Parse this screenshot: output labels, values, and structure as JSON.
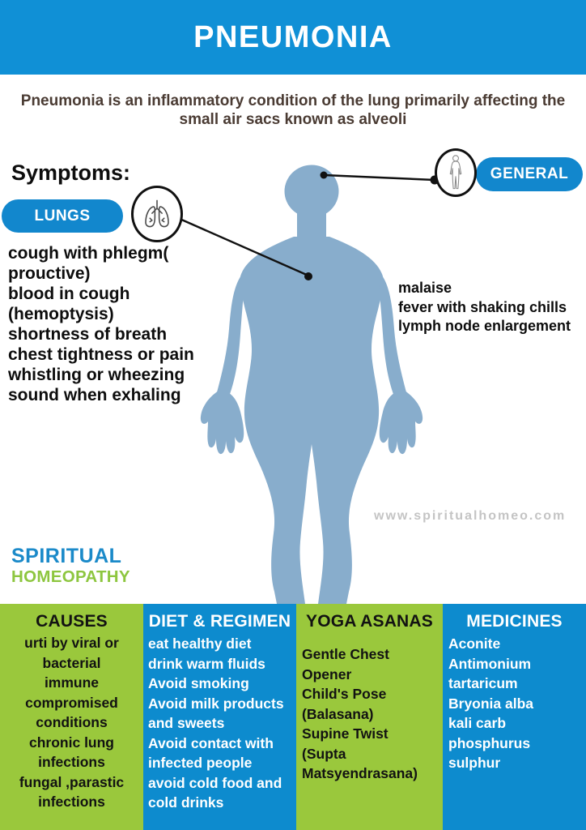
{
  "banner": {
    "title": "PNEUMONIA"
  },
  "subtitle_lines": [
    "Pneumonia is an inflammatory condition of the lung primarily affecting the",
    "small air sacs known as alveoli"
  ],
  "symptoms": {
    "heading": "Symptoms:",
    "lungs_badge": "LUNGS",
    "general_badge": "GENERAL",
    "lungs_lines": [
      "cough with phlegm(",
      "prouctive)",
      "blood in cough",
      "(hemoptysis)",
      "shortness of breath",
      "chest tightness or pain",
      "whistling or wheezing",
      "sound when exhaling"
    ],
    "general_lines": [
      "malaise",
      "fever with shaking chills",
      "lymph node enlargement"
    ]
  },
  "icons": {
    "lungs": "lungs-icon",
    "general": "person-icon"
  },
  "watermark": "www.spiritualhomeo.com",
  "logo": {
    "line1": "SPIRITUAL",
    "line2": "HOMEOPATHY"
  },
  "sections": {
    "causes": {
      "title": "CAUSES",
      "lines": [
        "urti by viral or",
        "bacterial",
        "immune",
        "compromised",
        "conditions",
        "chronic lung",
        "infections",
        "fungal ,parastic",
        "infections"
      ]
    },
    "diet": {
      "title": "DIET & REGIMEN",
      "lines": [
        "eat healthy diet",
        "drink warm fluids",
        "Avoid smoking",
        "Avoid milk products",
        "and sweets",
        "Avoid contact with",
        "infected people",
        "avoid cold food and",
        "cold drinks"
      ]
    },
    "yoga": {
      "title": "YOGA ASANAS",
      "lines": [
        "Gentle Chest",
        "Opener",
        "Child's Pose",
        "(Balasana)",
        "Supine Twist",
        "(Supta",
        "Matsyendrasana)"
      ]
    },
    "medicines": {
      "title": "MEDICINES",
      "lines": [
        "Aconite",
        "Antimonium",
        "tartaricum",
        "Bryonia alba",
        "kali carb",
        "phosphurus",
        "sulphur"
      ]
    }
  },
  "colors": {
    "banner_blue": "#1090d6",
    "pill_blue": "#1287cd",
    "column_blue": "#0d8bce",
    "column_green": "#9ac83c",
    "logo_blue": "#1b8ac9",
    "logo_green": "#8dc63f",
    "body_silhouette": "#88adcc",
    "subtitle_brown": "#4a3b33",
    "watermark_gray": "#c4c4c4"
  }
}
